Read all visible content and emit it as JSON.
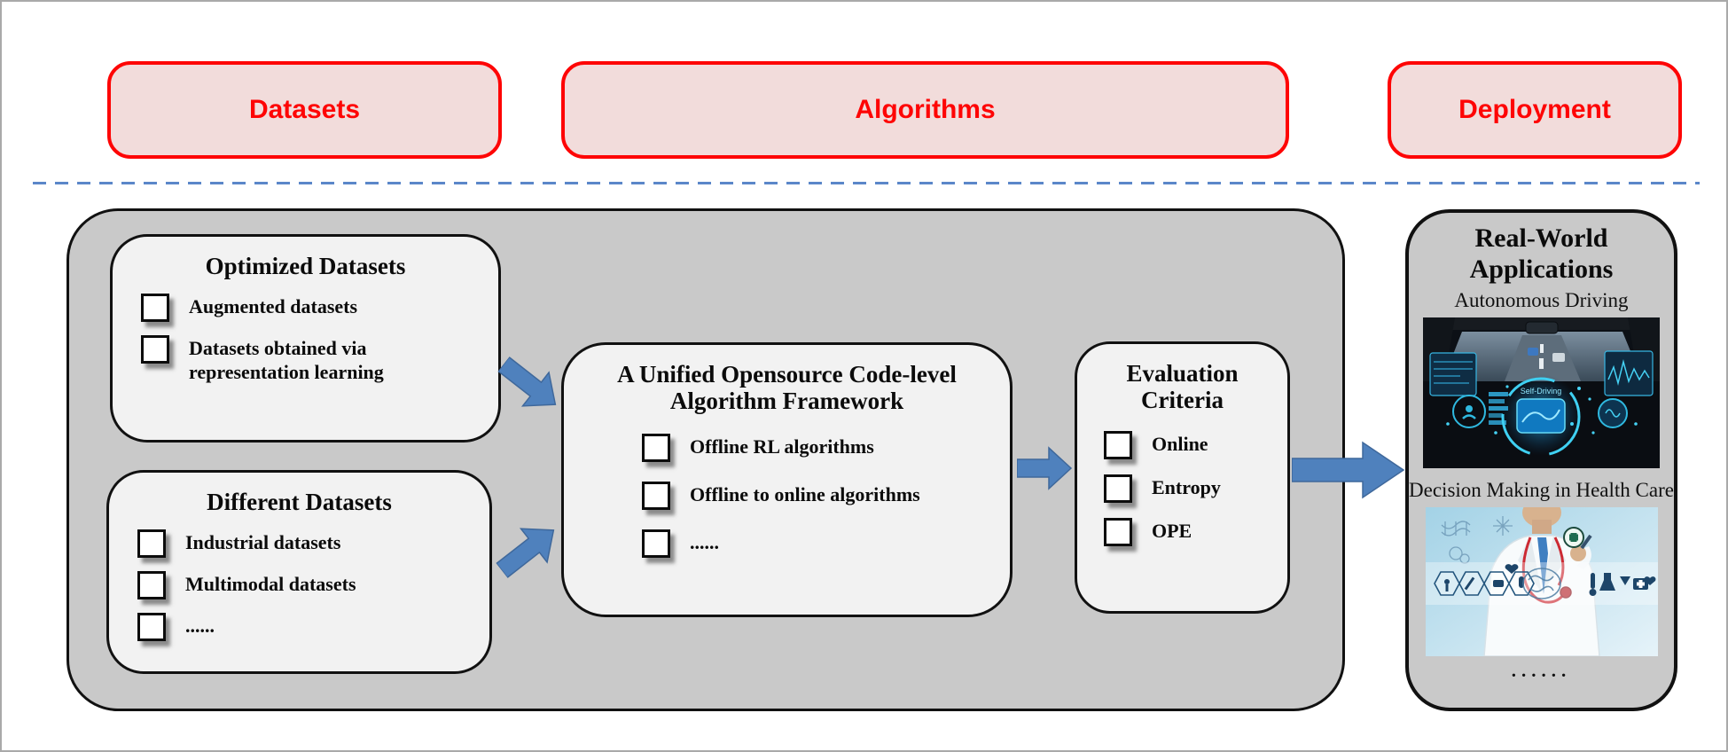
{
  "figure": {
    "stage_headers": [
      {
        "label": "Datasets"
      },
      {
        "label": "Algorithms"
      },
      {
        "label": "Deployment"
      }
    ],
    "boxes": {
      "optimized": {
        "title": "Optimized Datasets",
        "items": [
          "Augmented datasets",
          "Datasets obtained via representation learning"
        ]
      },
      "different": {
        "title": "Different Datasets",
        "items": [
          "Industrial datasets",
          "Multimodal datasets",
          "......"
        ]
      },
      "framework": {
        "title_lines": [
          "A Unified Opensource Code-level",
          "Algorithm Framework"
        ],
        "items": [
          "Offline RL algorithms",
          "Offline to online algorithms",
          "......"
        ]
      },
      "evaluation": {
        "title_lines": [
          "Evaluation",
          "Criteria"
        ],
        "items": [
          "Online",
          "Entropy",
          "OPE"
        ]
      }
    },
    "deployment_panel": {
      "title_lines": [
        "Real-World",
        "Applications"
      ],
      "captions": [
        "Autonomous Driving",
        "Decision Making in Health Care"
      ],
      "hud_label": "Self-Driving",
      "ellipsis": "......"
    },
    "colors": {
      "header_fill": "#f2dcdb",
      "header_border": "#fe0505",
      "header_text": "#fe0505",
      "container_fill": "#c9c9c9",
      "inner_box_fill": "#f2f2f2",
      "outline": "#111111",
      "arrow_blue": "#4f81bd",
      "dashed_line_blue": "#5b87c9"
    }
  }
}
